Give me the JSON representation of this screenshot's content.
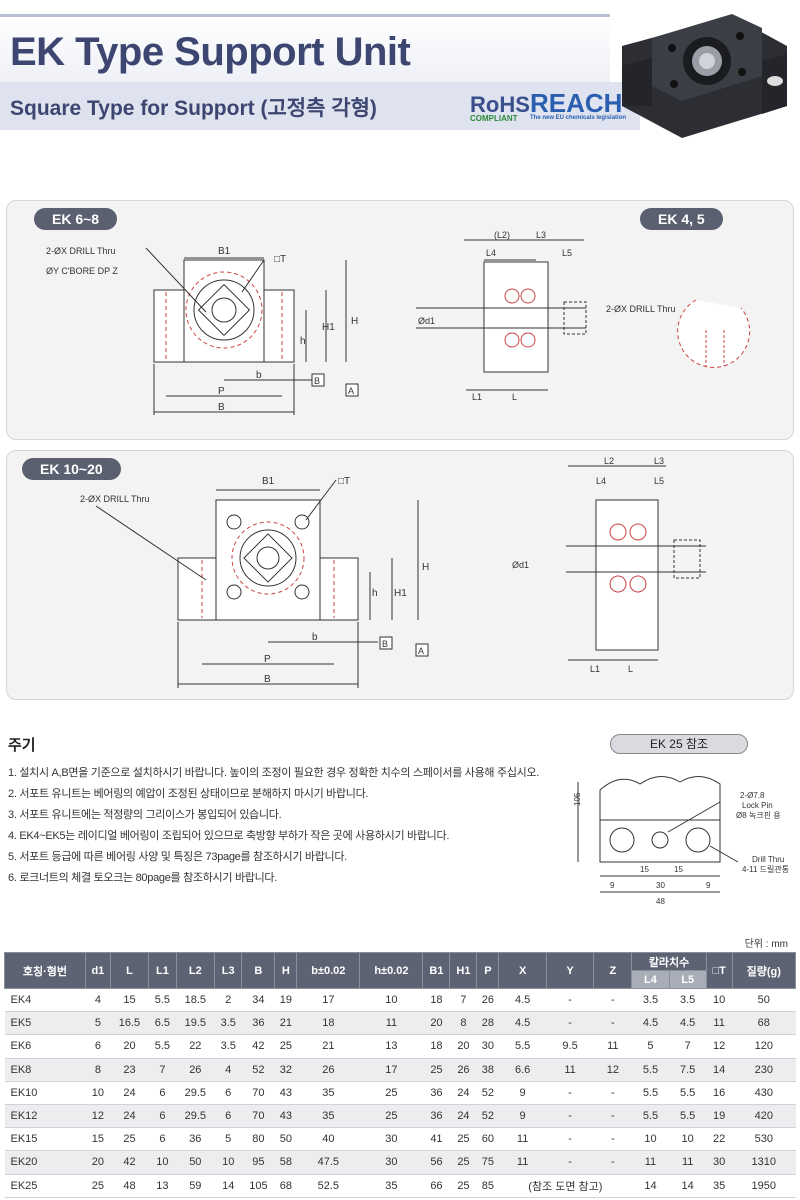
{
  "header": {
    "title": "EK Type Support Unit",
    "subtitle": "Square Type for Support (고정측 각형)",
    "rohs": "RoHS",
    "rohs_sub": "COMPLIANT",
    "reach": "REACH",
    "reach_sub": "The new EU chemicals legislation"
  },
  "panel1": {
    "label_left": "EK 6~8",
    "label_right": "EK 4, 5",
    "drill_label": "2-ØX DRILL Thru",
    "cbore_label": "ØY C'BORE DP Z",
    "drill_label_right": "2-ØX DRILL Thru",
    "dims": {
      "B1": "B1",
      "T": "□T",
      "H": "H",
      "H1": "H1",
      "h": "h",
      "b": "b",
      "P": "P",
      "B": "B",
      "ref_B": "B",
      "ref_A": "A",
      "L2": "(L2)",
      "L3": "L3",
      "L4": "L4",
      "L5": "L5",
      "d1": "Ød1",
      "L1": "L1",
      "L": "L"
    }
  },
  "panel2": {
    "label": "EK  10~20",
    "drill_label": "2-ØX DRILL Thru",
    "dims": {
      "B1": "B1",
      "T": "□T",
      "H": "H",
      "H1": "H1",
      "h": "h",
      "b": "b",
      "P": "P",
      "B": "B",
      "ref_B": "B",
      "ref_A": "A",
      "L2": "L2",
      "L3": "L3",
      "L4": "L4",
      "L5": "L5",
      "d1": "Ød1",
      "L1": "L1",
      "L": "L"
    }
  },
  "notes": {
    "title": "주기",
    "items": [
      "1. 설치시 A,B면을 기준으로 설치하시기 바랍니다. 높이의 조정이 필요한 경우 정확한 치수의 스페이서를 사용해 주십시오.",
      "2. 서포트 유니트는 베어링의 예압이 조정된 상태이므로 분해하지 마시기 바랍니다.",
      "3. 서포트 유니트에는 적정량의 그리이스가 봉입되어 있습니다.",
      "4. EK4~EK5는 레이디얼 베어링이 조립되어 있으므로 축방향 부하가 작은 곳에 사용하시기 바랍니다.",
      "5. 서포트 등급에 따른 베어링 사양 및 특징은 73page를 참조하시기 바랍니다.",
      "6. 로크너트의 체결 토오크는 80page를 참조하시기 바랍니다."
    ]
  },
  "ek25": {
    "label": "EK 25 참조",
    "dim_105": "105",
    "lock_pin": "2-Ø7.8",
    "lock_pin_2": "Lock Pin",
    "lock_pin_3": "Ø8 녹크핀 용",
    "drill": "Drill Thru",
    "drill_2": "4-11 드릴관통",
    "d15a": "15",
    "d15b": "15",
    "d9a": "9",
    "d30": "30",
    "d9b": "9",
    "d48": "48"
  },
  "table": {
    "unit": "단위 : mm",
    "headers": [
      "호칭·형번",
      "d1",
      "L",
      "L1",
      "L2",
      "L3",
      "B",
      "H",
      "b±0.02",
      "h±0.02",
      "B1",
      "H1",
      "P",
      "X",
      "Y",
      "Z",
      "칼라치수",
      "□T",
      "질량(g)"
    ],
    "subheaders": [
      "L4",
      "L5"
    ],
    "rows": [
      [
        "EK4",
        "4",
        "15",
        "5.5",
        "18.5",
        "2",
        "34",
        "19",
        "17",
        "10",
        "18",
        "7",
        "26",
        "4.5",
        "-",
        "-",
        "3.5",
        "3.5",
        "10",
        "50"
      ],
      [
        "EK5",
        "5",
        "16.5",
        "6.5",
        "19.5",
        "3.5",
        "36",
        "21",
        "18",
        "11",
        "20",
        "8",
        "28",
        "4.5",
        "-",
        "-",
        "4.5",
        "4.5",
        "11",
        "68"
      ],
      [
        "EK6",
        "6",
        "20",
        "5.5",
        "22",
        "3.5",
        "42",
        "25",
        "21",
        "13",
        "18",
        "20",
        "30",
        "5.5",
        "9.5",
        "11",
        "5",
        "7",
        "12",
        "120"
      ],
      [
        "EK8",
        "8",
        "23",
        "7",
        "26",
        "4",
        "52",
        "32",
        "26",
        "17",
        "25",
        "26",
        "38",
        "6.6",
        "11",
        "12",
        "5.5",
        "7.5",
        "14",
        "230"
      ],
      [
        "EK10",
        "10",
        "24",
        "6",
        "29.5",
        "6",
        "70",
        "43",
        "35",
        "25",
        "36",
        "24",
        "52",
        "9",
        "-",
        "-",
        "5.5",
        "5.5",
        "16",
        "430"
      ],
      [
        "EK12",
        "12",
        "24",
        "6",
        "29.5",
        "6",
        "70",
        "43",
        "35",
        "25",
        "36",
        "24",
        "52",
        "9",
        "-",
        "-",
        "5.5",
        "5.5",
        "19",
        "420"
      ],
      [
        "EK15",
        "15",
        "25",
        "6",
        "36",
        "5",
        "80",
        "50",
        "40",
        "30",
        "41",
        "25",
        "60",
        "11",
        "-",
        "-",
        "10",
        "10",
        "22",
        "530"
      ],
      [
        "EK20",
        "20",
        "42",
        "10",
        "50",
        "10",
        "95",
        "58",
        "47.5",
        "30",
        "56",
        "25",
        "75",
        "11",
        "-",
        "-",
        "11",
        "11",
        "30",
        "1310"
      ],
      [
        "EK25",
        "25",
        "48",
        "13",
        "59",
        "14",
        "105",
        "68",
        "52.5",
        "35",
        "66",
        "25",
        "85",
        "(참조 도면 참고)",
        "",
        "",
        "14",
        "14",
        "35",
        "1950"
      ]
    ]
  }
}
